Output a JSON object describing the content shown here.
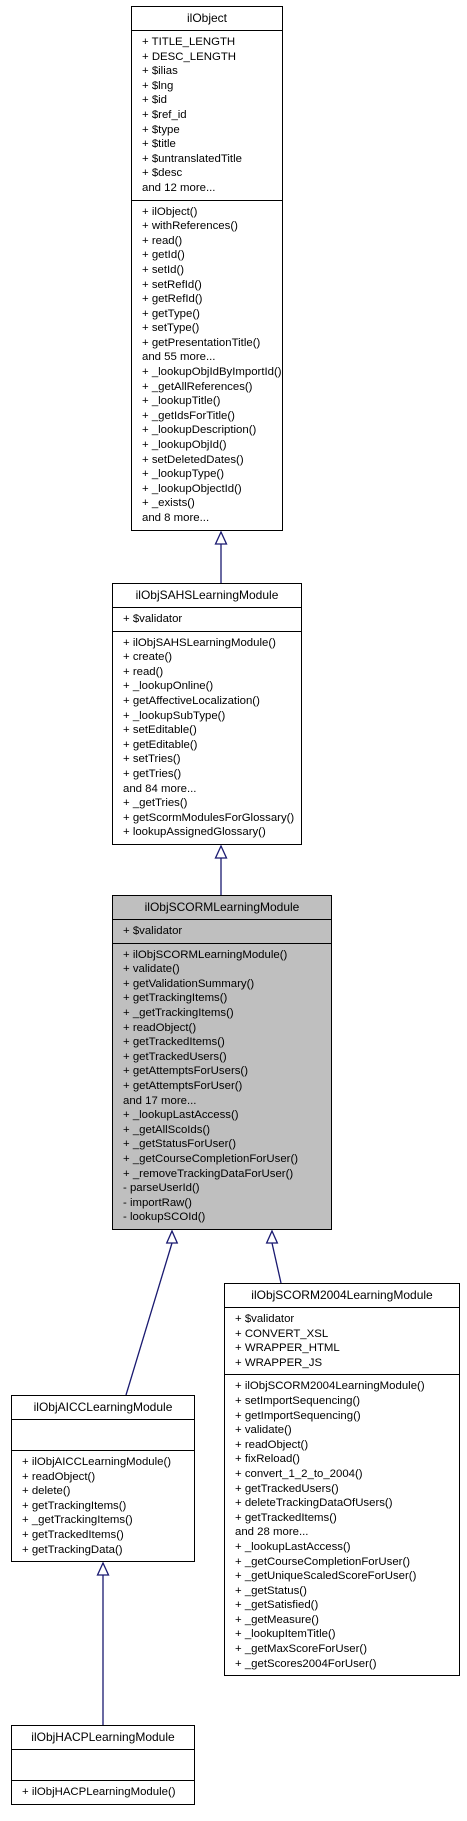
{
  "classes": {
    "ilObject": {
      "name": "ilObject",
      "attributes": [
        "+ TITLE_LENGTH",
        "+ DESC_LENGTH",
        "+ $ilias",
        "+ $lng",
        "+ $id",
        "+ $ref_id",
        "+ $type",
        "+ $title",
        "+ $untranslatedTitle",
        "+ $desc",
        "and 12 more..."
      ],
      "methods": [
        "+ ilObject()",
        "+ withReferences()",
        "+ read()",
        "+ getId()",
        "+ setId()",
        "+ setRefId()",
        "+ getRefId()",
        "+ getType()",
        "+ setType()",
        "+ getPresentationTitle()",
        "and 55 more...",
        "+ _lookupObjIdByImportId()",
        "+ _getAllReferences()",
        "+ _lookupTitle()",
        "+ _getIdsForTitle()",
        "+ _lookupDescription()",
        "+ _lookupObjId()",
        "+ setDeletedDates()",
        "+ _lookupType()",
        "+ _lookupObjectId()",
        "+ _exists()",
        "and 8 more..."
      ]
    },
    "ilObjSAHSLearningModule": {
      "name": "ilObjSAHSLearningModule",
      "attributes": [
        "+ $validator"
      ],
      "methods": [
        "+ ilObjSAHSLearningModule()",
        "+ create()",
        "+ read()",
        "+ _lookupOnline()",
        "+ getAffectiveLocalization()",
        "+ _lookupSubType()",
        "+ setEditable()",
        "+ getEditable()",
        "+ setTries()",
        "+ getTries()",
        "and 84 more...",
        "+ _getTries()",
        "+ getScormModulesForGlossary()",
        "+ lookupAssignedGlossary()"
      ]
    },
    "ilObjSCORMLearningModule": {
      "name": "ilObjSCORMLearningModule",
      "attributes": [
        "+ $validator"
      ],
      "methods": [
        "+ ilObjSCORMLearningModule()",
        "+ validate()",
        "+ getValidationSummary()",
        "+ getTrackingItems()",
        "+ _getTrackingItems()",
        "+ readObject()",
        "+ getTrackedItems()",
        "+ getTrackedUsers()",
        "+ getAttemptsForUsers()",
        "+ getAttemptsForUser()",
        "and 17 more...",
        "+ _lookupLastAccess()",
        "+ _getAllScoIds()",
        "+ _getStatusForUser()",
        "+ _getCourseCompletionForUser()",
        "+ _removeTrackingDataForUser()",
        "- parseUserId()",
        "- importRaw()",
        "- lookupSCOId()"
      ]
    },
    "ilObjSCORM2004LearningModule": {
      "name": "ilObjSCORM2004LearningModule",
      "attributes": [
        "+ $validator",
        "+ CONVERT_XSL",
        "+ WRAPPER_HTML",
        "+ WRAPPER_JS"
      ],
      "methods": [
        "+ ilObjSCORM2004LearningModule()",
        "+ setImportSequencing()",
        "+ getImportSequencing()",
        "+ validate()",
        "+ readObject()",
        "+ fixReload()",
        "+ convert_1_2_to_2004()",
        "+ getTrackedUsers()",
        "+ deleteTrackingDataOfUsers()",
        "+ getTrackedItems()",
        "and 28 more...",
        "+ _lookupLastAccess()",
        "+ _getCourseCompletionForUser()",
        "+ _getUniqueScaledScoreForUser()",
        "+ _getStatus()",
        "+ _getSatisfied()",
        "+ _getMeasure()",
        "+ _lookupItemTitle()",
        "+ _getMaxScoreForUser()",
        "+ _getScores2004ForUser()"
      ]
    },
    "ilObjAICCLearningModule": {
      "name": "ilObjAICCLearningModule",
      "attributes": [],
      "methods": [
        "+ ilObjAICCLearningModule()",
        "+ readObject()",
        "+ delete()",
        "+ getTrackingItems()",
        "+ _getTrackingItems()",
        "+ getTrackedItems()",
        "+ getTrackingData()"
      ]
    },
    "ilObjHACPLearningModule": {
      "name": "ilObjHACPLearningModule",
      "attributes": [],
      "methods": [
        "+ ilObjHACPLearningModule()"
      ]
    }
  },
  "inheritance": [
    {
      "child": "ilObjSAHSLearningModule",
      "parent": "ilObject"
    },
    {
      "child": "ilObjSCORMLearningModule",
      "parent": "ilObjSAHSLearningModule"
    },
    {
      "child": "ilObjAICCLearningModule",
      "parent": "ilObjSCORMLearningModule"
    },
    {
      "child": "ilObjSCORM2004LearningModule",
      "parent": "ilObjSCORMLearningModule"
    },
    {
      "child": "ilObjHACPLearningModule",
      "parent": "ilObjAICCLearningModule"
    }
  ],
  "colors": {
    "highlight": "#bfbfbf",
    "edge": "#191970",
    "border": "#000000"
  }
}
